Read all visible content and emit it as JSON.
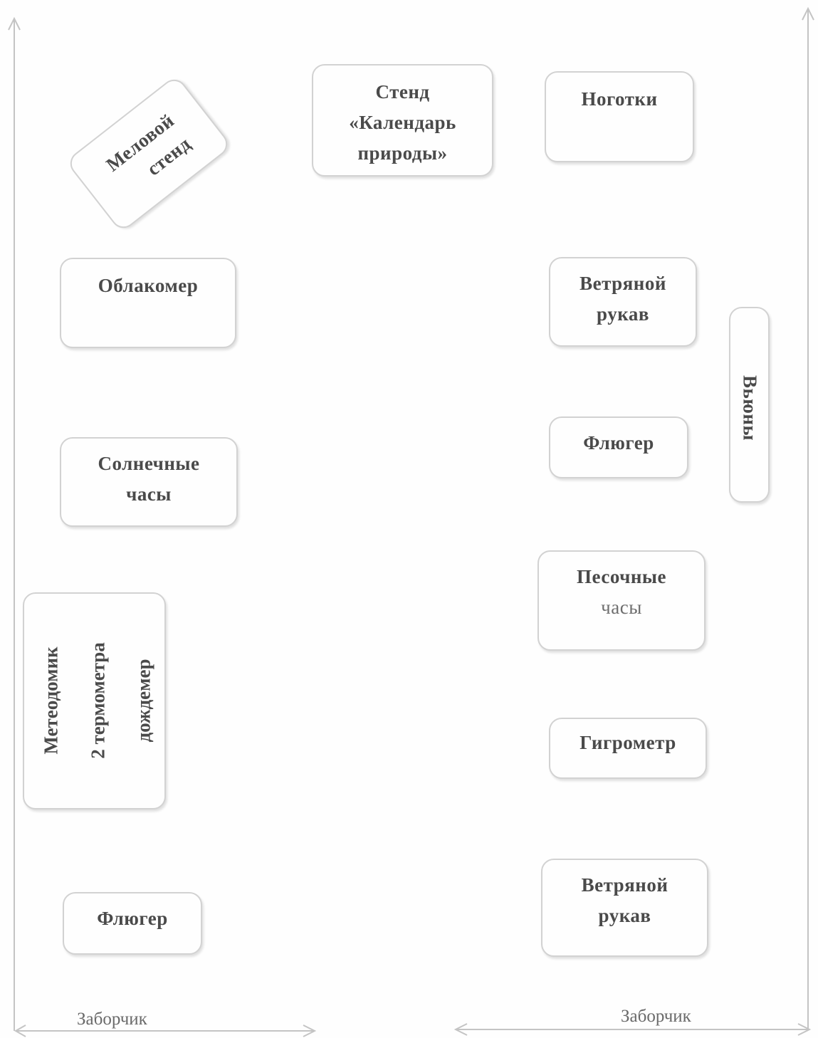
{
  "boxes": {
    "chalk_stand": [
      "Меловой",
      "стенд"
    ],
    "nature_calendar": [
      "Стенд",
      "«Календарь",
      "природы»"
    ],
    "marigolds": [
      "Ноготки"
    ],
    "cloud_meter": [
      "Облакомер"
    ],
    "wind_sleeve_top": [
      "Ветряной",
      "рукав"
    ],
    "bindweeds": [
      "Вьюны"
    ],
    "weather_vane_right": [
      "Флюгер"
    ],
    "sundial": [
      "Солнечные",
      "часы"
    ],
    "hourglass": [
      "Песочные",
      "часы"
    ],
    "weather_station": [
      "Метеодомик",
      "2 термометра",
      "дождемер"
    ],
    "hygrometer": [
      "Гигрометр"
    ],
    "weather_vane_left": [
      "Флюгер"
    ],
    "wind_sleeve_bottom": [
      "Ветряной",
      "рукав"
    ]
  },
  "fence_left": "Заборчик",
  "fence_right": "Заборчик"
}
